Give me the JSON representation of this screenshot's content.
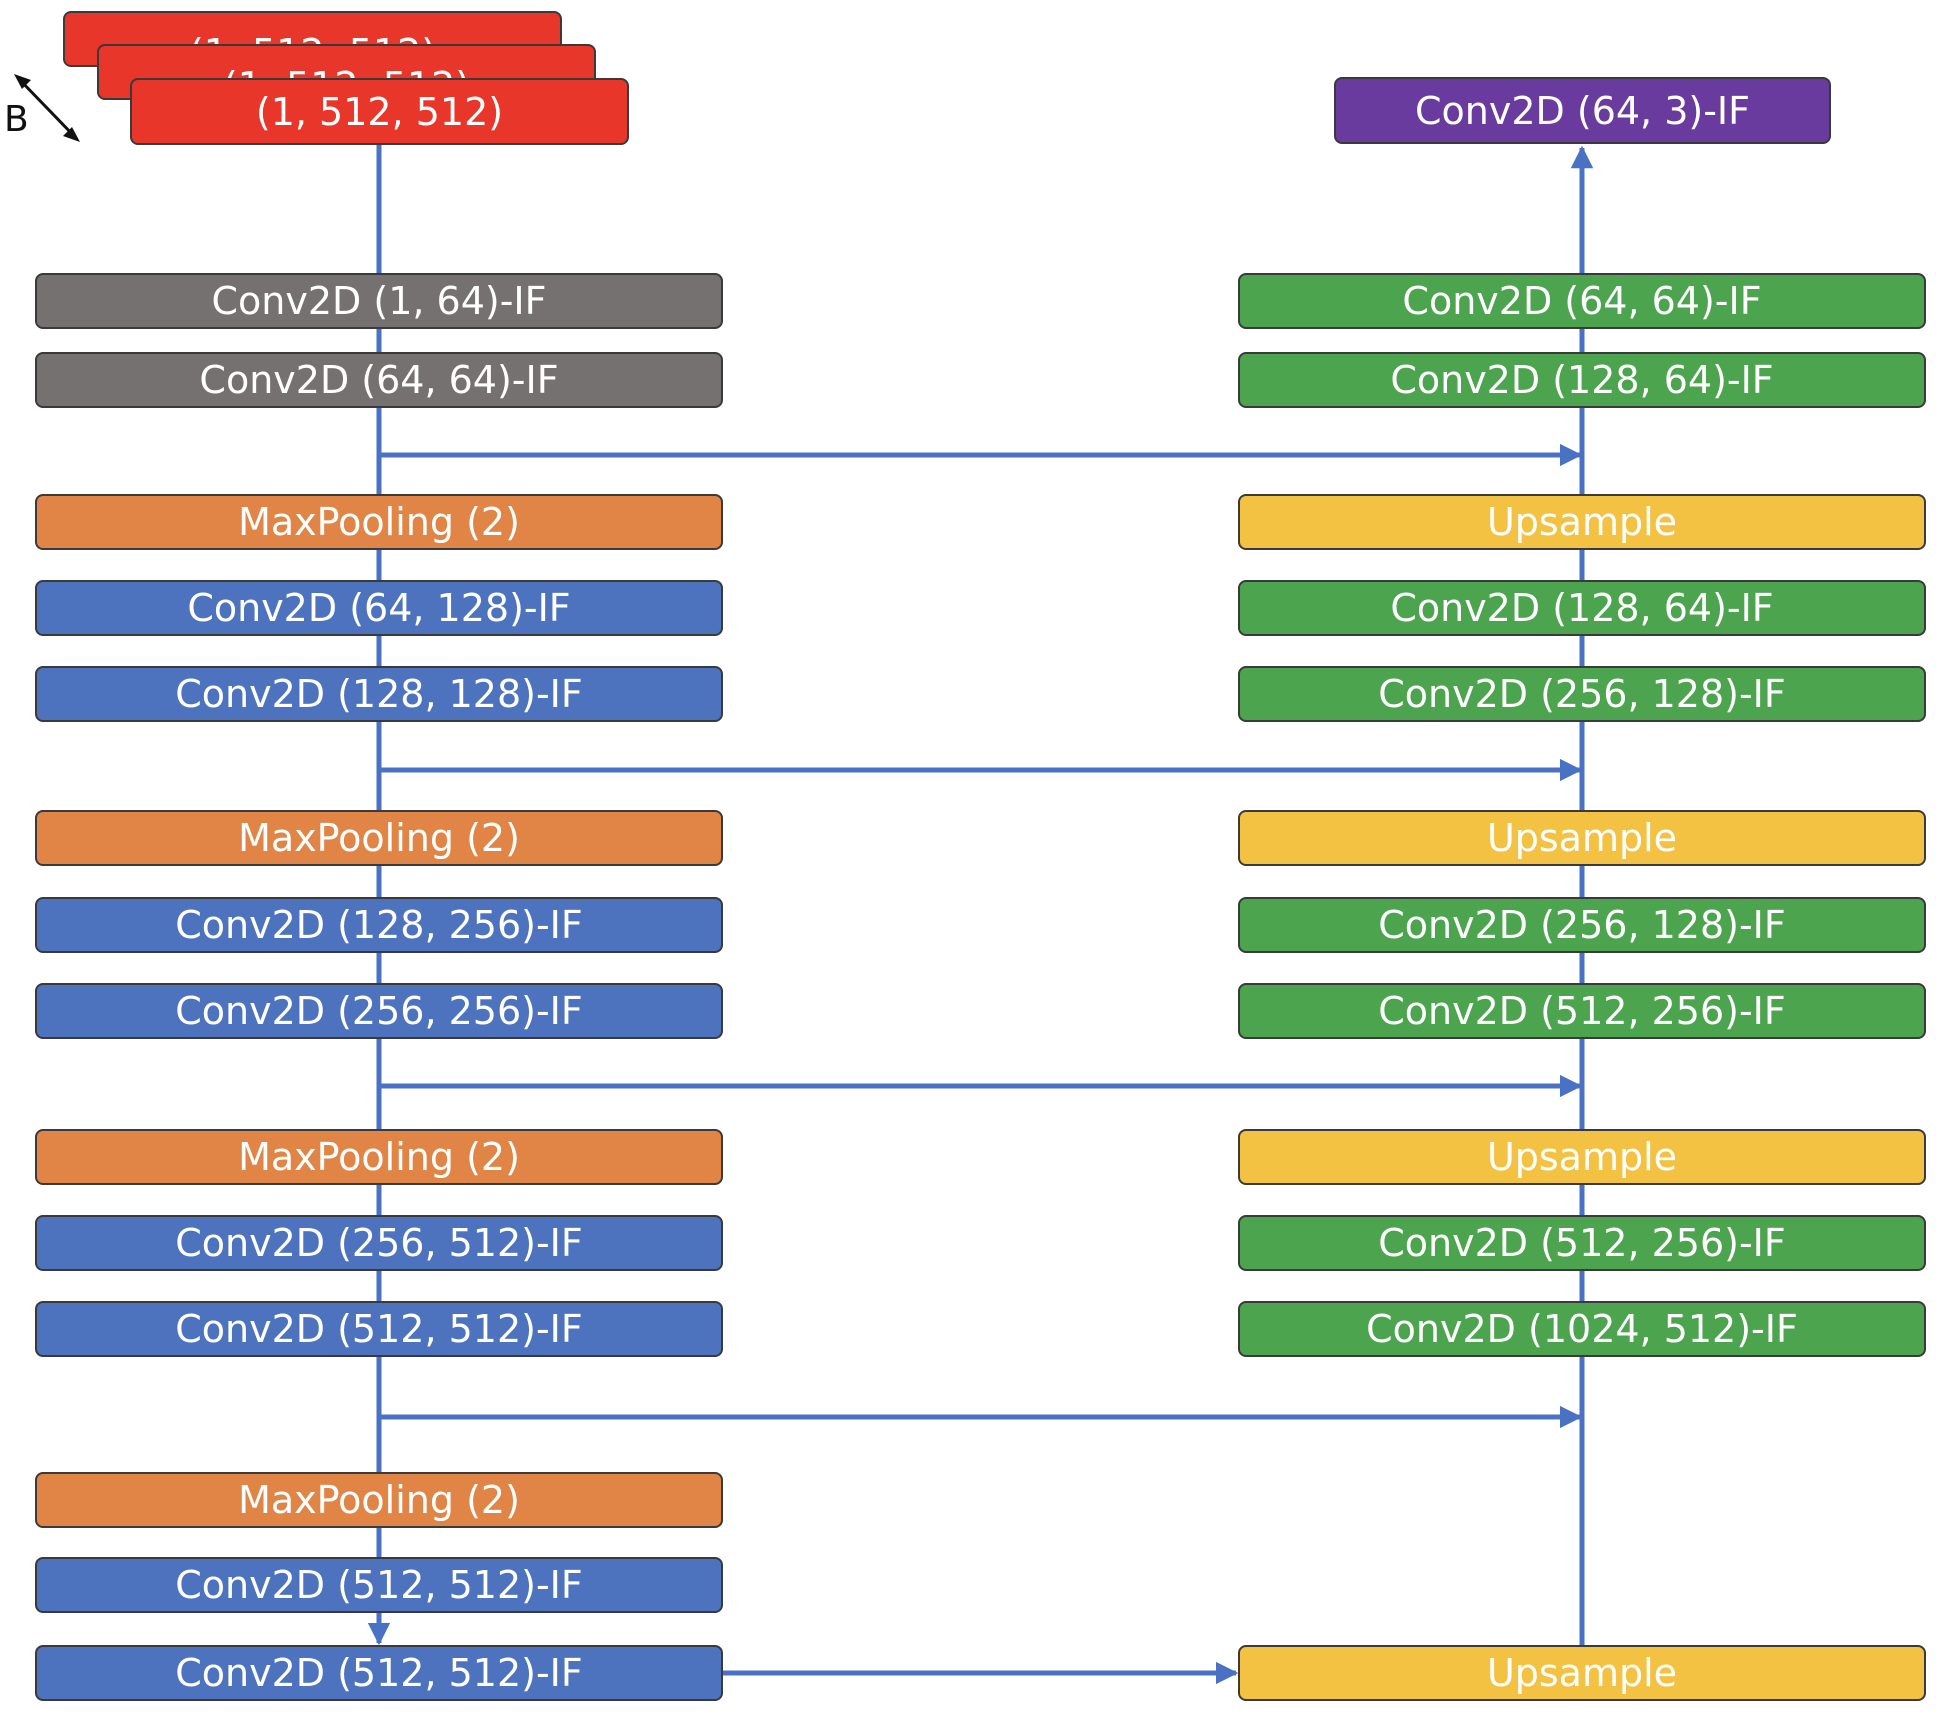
{
  "colors": {
    "input": "#E8372A",
    "output": "#6A3B9E",
    "first_conv": "#767171",
    "encoder_conv": "#4E73BE",
    "maxpool": "#E08546",
    "decoder_conv": "#4CA54E",
    "upsample": "#F4C243",
    "arrow": "#4A72C4"
  },
  "input": {
    "shape_label": "(1, 512, 512)",
    "batch_label": "B"
  },
  "output": {
    "label": "Conv2D (64, 3)-IF"
  },
  "encoder": [
    {
      "label": "Conv2D (1, 64)-IF",
      "kind": "first_conv"
    },
    {
      "label": "Conv2D (64, 64)-IF",
      "kind": "first_conv"
    },
    {
      "label": "MaxPooling (2)",
      "kind": "maxpool"
    },
    {
      "label": "Conv2D (64, 128)-IF",
      "kind": "encoder_conv"
    },
    {
      "label": "Conv2D (128, 128)-IF",
      "kind": "encoder_conv"
    },
    {
      "label": "MaxPooling (2)",
      "kind": "maxpool"
    },
    {
      "label": "Conv2D (128, 256)-IF",
      "kind": "encoder_conv"
    },
    {
      "label": "Conv2D (256, 256)-IF",
      "kind": "encoder_conv"
    },
    {
      "label": "MaxPooling (2)",
      "kind": "maxpool"
    },
    {
      "label": "Conv2D (256, 512)-IF",
      "kind": "encoder_conv"
    },
    {
      "label": "Conv2D (512, 512)-IF",
      "kind": "encoder_conv"
    },
    {
      "label": "MaxPooling (2)",
      "kind": "maxpool"
    },
    {
      "label": "Conv2D (512, 512)-IF",
      "kind": "encoder_conv"
    },
    {
      "label": "Conv2D (512, 512)-IF",
      "kind": "encoder_conv"
    }
  ],
  "decoder": [
    {
      "label": "Conv2D (64, 64)-IF",
      "kind": "decoder_conv"
    },
    {
      "label": "Conv2D (128, 64)-IF",
      "kind": "decoder_conv"
    },
    {
      "label": "Upsample",
      "kind": "upsample"
    },
    {
      "label": "Conv2D (128, 64)-IF",
      "kind": "decoder_conv"
    },
    {
      "label": "Conv2D (256, 128)-IF",
      "kind": "decoder_conv"
    },
    {
      "label": "Upsample",
      "kind": "upsample"
    },
    {
      "label": "Conv2D (256, 128)-IF",
      "kind": "decoder_conv"
    },
    {
      "label": "Conv2D (512, 256)-IF",
      "kind": "decoder_conv"
    },
    {
      "label": "Upsample",
      "kind": "upsample"
    },
    {
      "label": "Conv2D (512, 256)-IF",
      "kind": "decoder_conv"
    },
    {
      "label": "Conv2D (1024, 512)-IF",
      "kind": "decoder_conv"
    },
    {
      "label": "Upsample",
      "kind": "upsample"
    }
  ]
}
